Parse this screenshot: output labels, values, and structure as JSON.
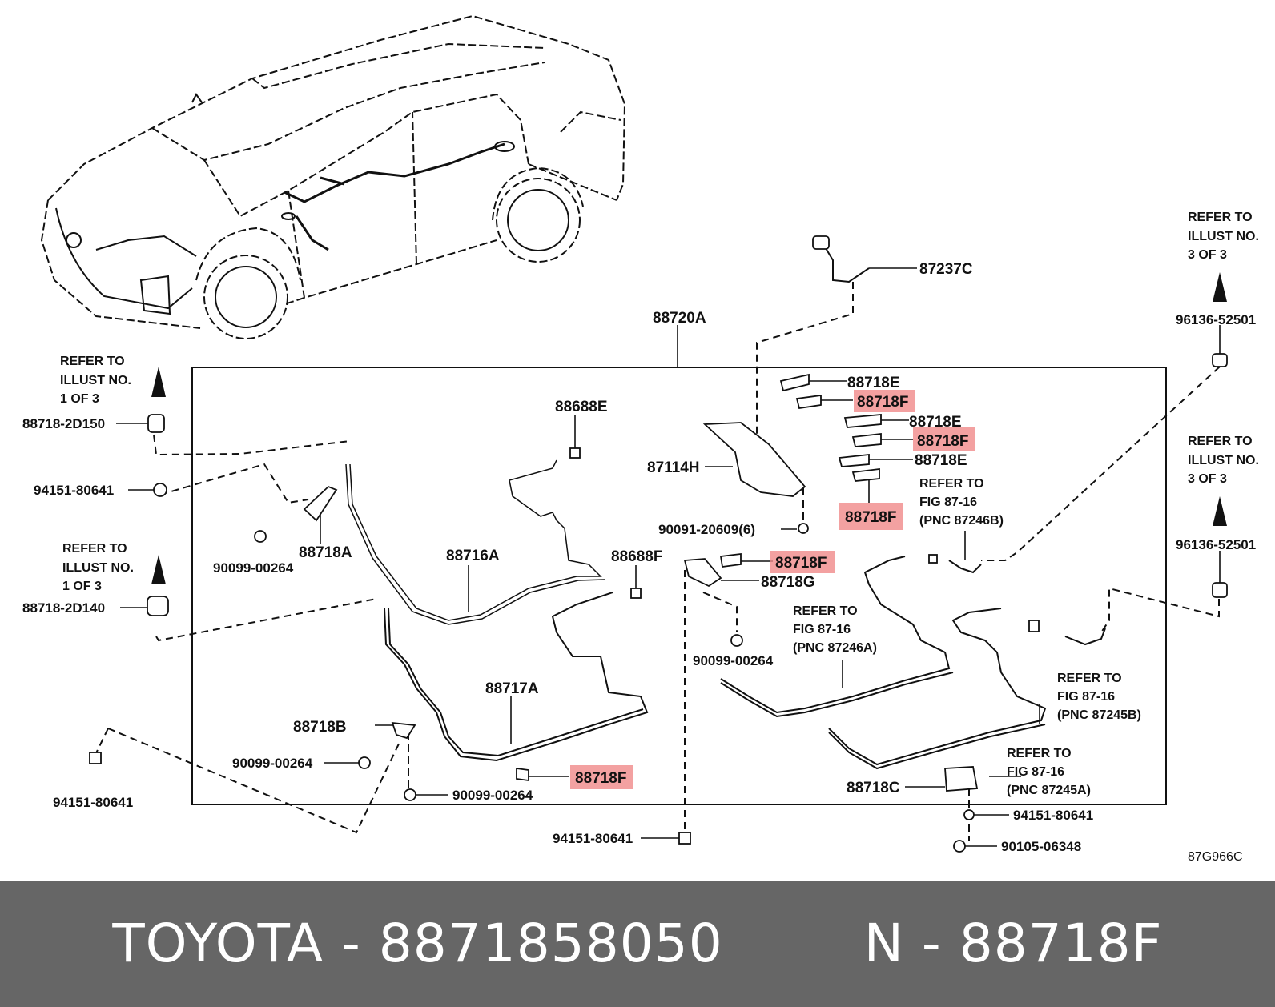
{
  "diagram": {
    "code": "87G966C",
    "highlight_color": "#f08a8a",
    "labels": {
      "p87237c": "87237C",
      "p88720a": "88720A",
      "p96136_top": "96136-52501",
      "p96136_mid": "96136-52501",
      "p88718e_1": "88718E",
      "p88718f_1": "88718F",
      "p88718e_2": "88718E",
      "p88718f_2": "88718F",
      "p88718e_3": "88718E",
      "p88718f_3": "88718F",
      "p88688e": "88688E",
      "p87114h": "87114H",
      "p90091": "90091-20609(6)",
      "p88718f_4": "88718F",
      "p88718g": "88718G",
      "p88688f": "88688F",
      "p88716a": "88716A",
      "p88718a": "88718A",
      "p90099_a": "90099-00264",
      "p88718_2d150": "88718-2D150",
      "p94151_a": "94151-80641",
      "p88718_2d140": "88718-2D140",
      "p90099_b": "90099-00264",
      "p88717a": "88717A",
      "p88718b": "88718B",
      "p90099_c": "90099-00264",
      "p90099_d": "90099-00264",
      "p88718f_5": "88718F",
      "p94151_b": "94151-80641",
      "p94151_c": "94151-80641",
      "p88718c": "88718C",
      "p94151_d": "94151-80641",
      "p90105": "90105-06348"
    },
    "refs": {
      "illust_left_top": [
        "REFER TO",
        "ILLUST NO.",
        "1 OF 3"
      ],
      "illust_left_mid": [
        "REFER TO",
        "ILLUST NO.",
        "1 OF 3"
      ],
      "illust_right_top": [
        "REFER TO",
        "ILLUST NO.",
        "3 OF 3"
      ],
      "illust_right_mid": [
        "REFER TO",
        "ILLUST NO.",
        "3 OF 3"
      ],
      "fig_87246b": [
        "REFER TO",
        "FIG 87-16",
        "(PNC 87246B)"
      ],
      "fig_87246a": [
        "REFER TO",
        "FIG 87-16",
        "(PNC 87246A)"
      ],
      "fig_87245b": [
        "REFER TO",
        "FIG 87-16",
        "(PNC 87245B)"
      ],
      "fig_87245a": [
        "REFER TO",
        "FIG 87-16",
        "(PNC 87245A)"
      ]
    }
  },
  "footer": {
    "brand": "TOYOTA",
    "part_number": "8871858050",
    "reference": "N - 88718F",
    "background": "#666666",
    "text_color": "#ffffff"
  }
}
